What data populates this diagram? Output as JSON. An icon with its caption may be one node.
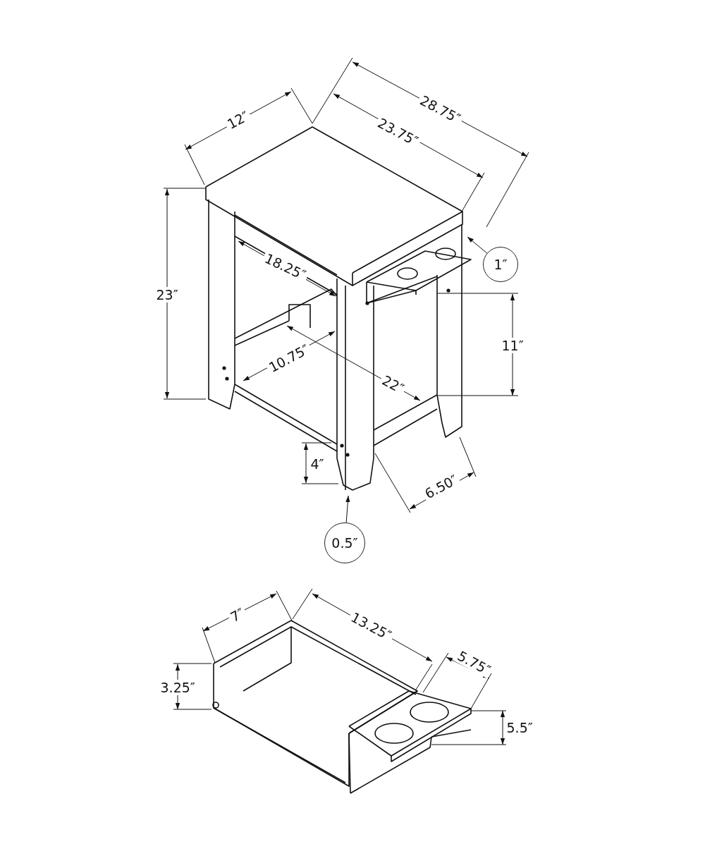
{
  "diagram": {
    "nodes": [
      {
        "text": [
          "1″"
        ]
      },
      {
        "text": [
          "0.5″"
        ]
      }
    ],
    "edges": [
      {
        "from": 0,
        "to": null,
        "arrow": "to"
      },
      {
        "from": 1,
        "to": null,
        "arrow": "to"
      }
    ],
    "labels": [
      "28.75″",
      "12″",
      "23.75″",
      "23″",
      "18.25″",
      "11″",
      "10.75″",
      "22″",
      "4″",
      "6.50″",
      "7″",
      "13.25″",
      "5.75″",
      "3.25″",
      "5.5″"
    ]
  }
}
